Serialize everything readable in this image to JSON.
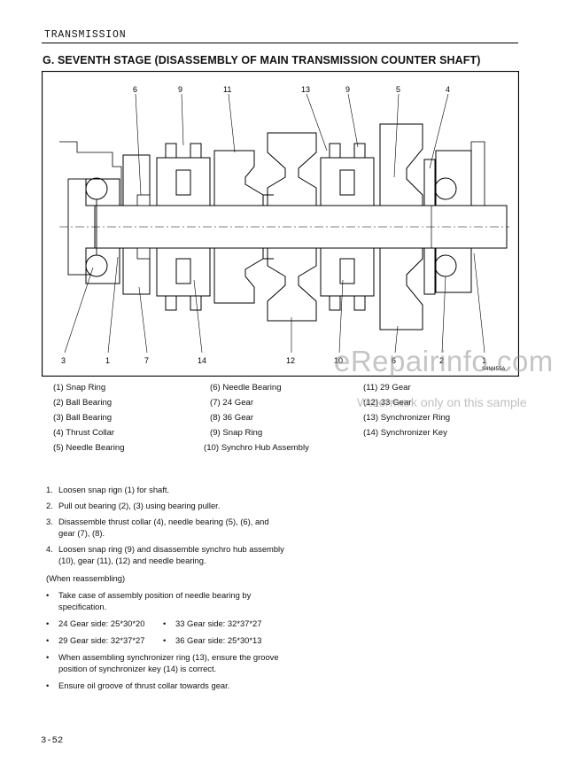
{
  "header": {
    "section": "TRANSMISSION"
  },
  "title": "G. SEVENTH STAGE (DISASSEMBLY OF MAIN TRANSMISSION COUNTER SHAFT)",
  "figure": {
    "callouts_top": [
      "6",
      "9",
      "11",
      "13",
      "9",
      "5",
      "4"
    ],
    "callouts_bottom": [
      "3",
      "1",
      "7",
      "14",
      "12",
      "10",
      "6",
      "2",
      "1"
    ],
    "figure_code": "S4M455A"
  },
  "legend": [
    "(1) Snap Ring",
    "(2) Ball Bearing",
    "(3) Ball Bearing",
    "(4) Thrust Collar",
    "(5) Needle Bearing",
    "(6) Needle Bearing",
    "(7) 24 Gear",
    "(8) 36 Gear",
    "(9) Snap Ring",
    "(10) Synchro Hub Assembly",
    "(11) 29 Gear",
    "(12) 33 Gear",
    "(13) Synchronizer Ring",
    "(14) Synchronizer Key"
  ],
  "steps": [
    {
      "num": "1.",
      "text": "Loosen snap rign (1) for shaft."
    },
    {
      "num": "2.",
      "text": "Pull out bearing (2), (3) using bearing puller."
    },
    {
      "num": "3.",
      "text": "Disassemble thrust collar (4), needle bearing (5), (6), and gear (7), (8)."
    },
    {
      "num": "4.",
      "text": "Loosen snap ring (9) and disassemble synchro hub assembly (10), gear (11), (12) and needle bearing."
    }
  ],
  "reassembly": {
    "heading": "(When reassembling)",
    "bullet": "•",
    "b1": "Take case of assembly position of needle bearing by specification.",
    "b2a": "24 Gear side: 25*30*20",
    "b2b": "33 Gear side: 32*37*27",
    "b3a": "29 Gear side: 32*37*27",
    "b3b": "36 Gear side: 25*30*13",
    "b4": "When assembling synchronizer ring (13), ensure the groove position of synchronizer key (14) is correct.",
    "b5": "Ensure oil groove of thrust collar towards gear."
  },
  "footer": {
    "page": "3-52"
  },
  "watermark": {
    "site": "eRepairinfo.com",
    "note": "Watermark only on this sample"
  }
}
